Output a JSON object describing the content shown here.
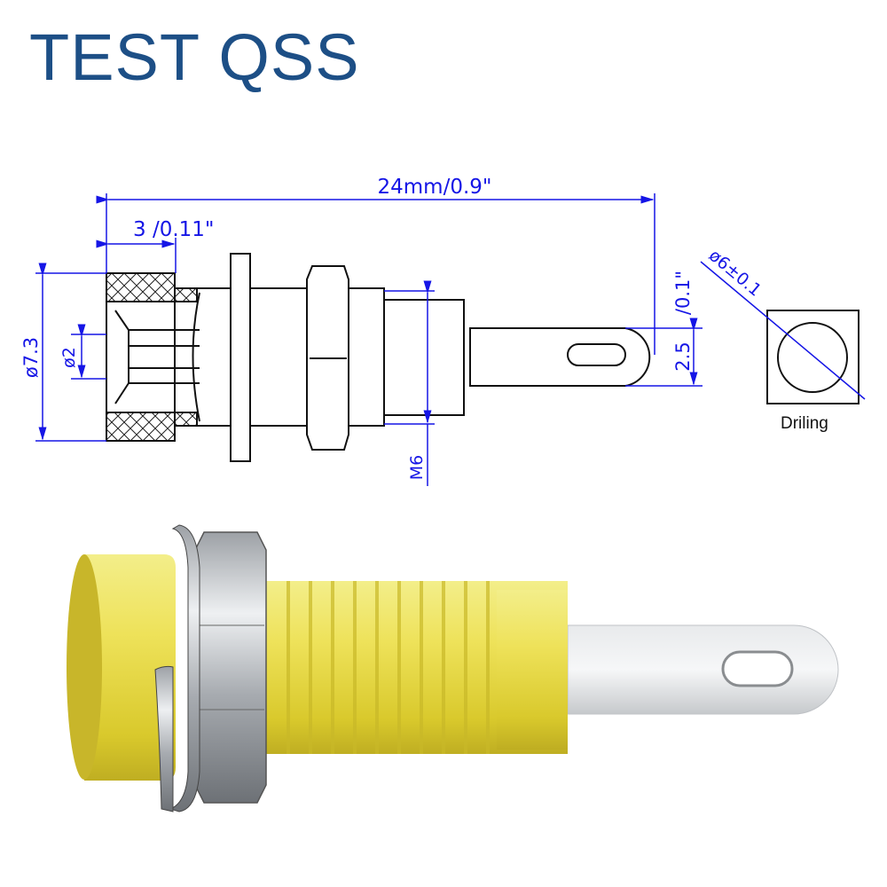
{
  "title": "TEST QSS",
  "drawing": {
    "overall_length": "24mm/0.9\"",
    "cap_length": "3 /0.11\"",
    "cap_diameter": "ø7.3",
    "hole_diameter": "ø2",
    "thread": "M6",
    "pin_width_inch": "/0.1\"",
    "pin_width": "2.5",
    "drill_diameter": "ø6±0.1",
    "drill_label": "Driling"
  },
  "colors": {
    "title": "#1d4f86",
    "dimension": "#1515e6",
    "body_yellow": "#e6dc3c",
    "metal": "#b8bcc2"
  }
}
